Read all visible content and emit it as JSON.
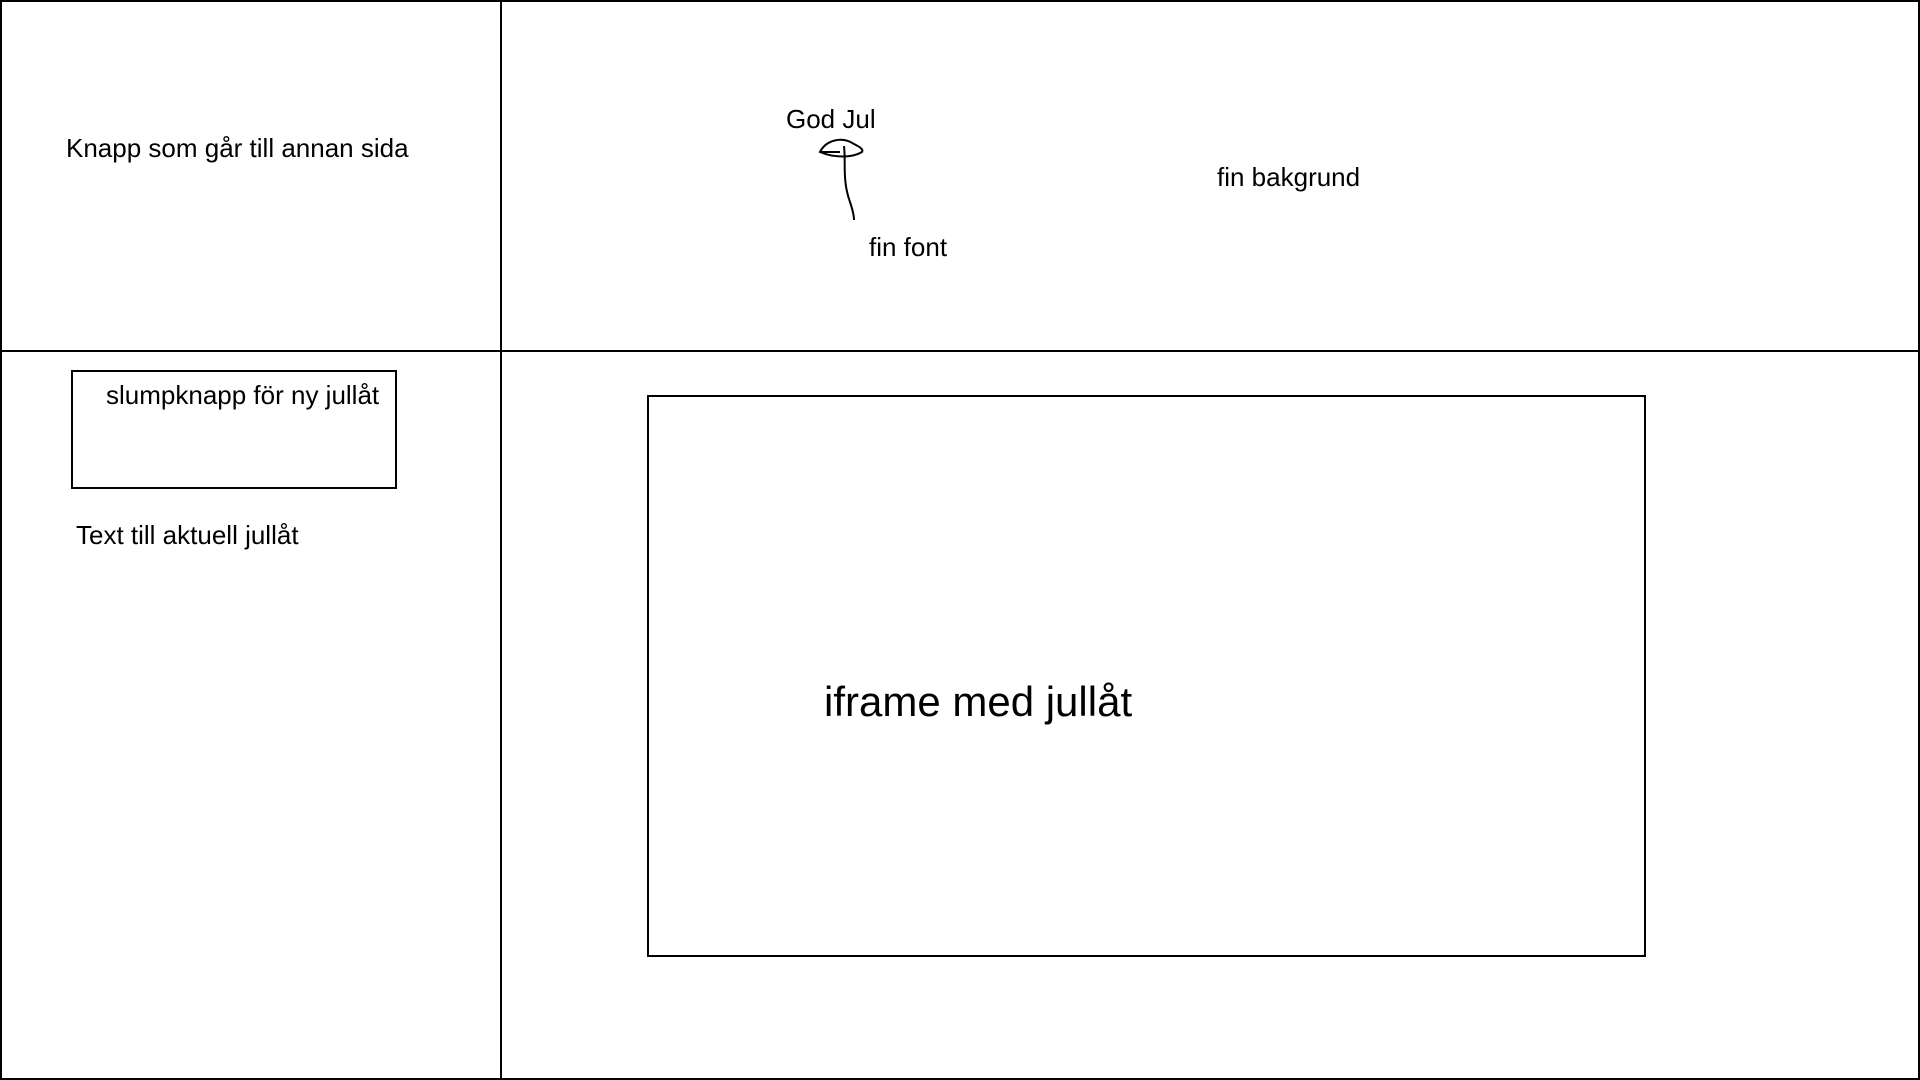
{
  "header": {
    "link_button_label": "Knapp som går till annan sida",
    "title": "God Jul",
    "font_note": "fin font",
    "background_note": "fin bakgrund"
  },
  "sidebar": {
    "random_button_label": "slumpknapp för ny jullåt",
    "current_song_text": "Text till aktuell jullåt"
  },
  "main": {
    "iframe_label": "iframe med jullåt"
  },
  "icons": {
    "title_pointer": "arrow-pointer-sketch-icon"
  }
}
